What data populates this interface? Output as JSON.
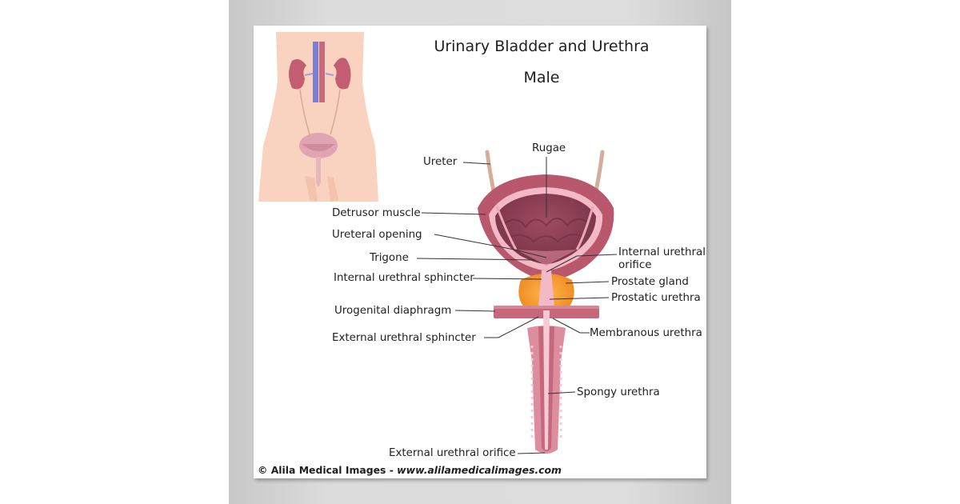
{
  "title": "Urinary Bladder and Urethra",
  "subtitle": "Male",
  "labels": {
    "ureter": "Ureter",
    "rugae": "Rugae",
    "detrusor_muscle": "Detrusor muscle",
    "ureteral_opening": "Ureteral opening",
    "trigone": "Trigone",
    "internal_urethral_orifice_line1": "Internal urethral",
    "internal_urethral_orifice_line2": "orifice",
    "internal_urethral_sphincter": "Internal urethral sphincter",
    "prostate_gland": "Prostate gland",
    "prostatic_urethra": "Prostatic urethra",
    "urogenital_diaphragm": "Urogenital diaphragm",
    "external_urethral_sphincter": "External urethral sphincter",
    "membranous_urethra": "Membranous urethra",
    "spongy_urethra": "Spongy urethra",
    "external_urethral_orifice": "External urethral orifice"
  },
  "credit": {
    "copyright": "© Alila Medical Images",
    "separator": "-",
    "url": "www.alilamedicalimages.com"
  },
  "colors": {
    "bladder_wall": "#b9586d",
    "bladder_inner": "#8e3f55",
    "lining": "#f3b9c6",
    "prostate": "#f39a2e",
    "body_skin": "#f9d3c0"
  }
}
